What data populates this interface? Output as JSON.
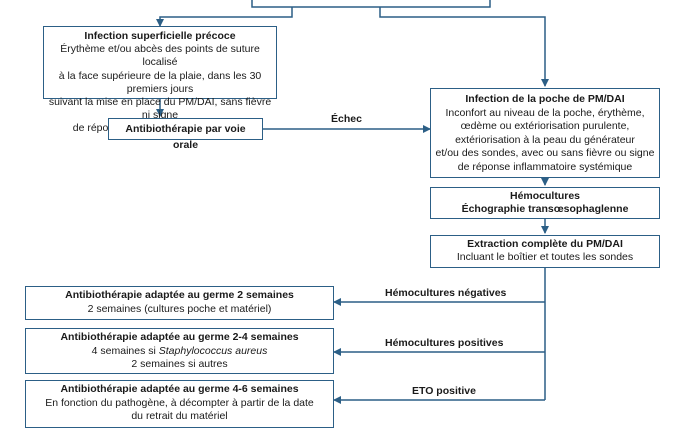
{
  "box_superficial": {
    "title": "Infection superficielle précoce",
    "lines": [
      "Érythème et/ou abcès des points de suture localisé",
      "à la face supérieure de la plaie, dans les 30 premiers jours",
      "suivant la mise en place du PM/DAI, sans fièvre ni signe",
      "de réponse inflammatoire systémique"
    ]
  },
  "box_oral": {
    "title": "Antibiothérapie par voie orale"
  },
  "edge_echec": "Échec",
  "box_poche": {
    "title": "Infection de la poche de PM/DAI",
    "lines": [
      "Inconfort au niveau de la poche, érythème,",
      "œdème ou extériorisation purulente,",
      "extériorisation à la peau du générateur",
      "et/ou des sondes, avec ou sans fièvre ou signe",
      "de réponse inflammatoire systémique"
    ]
  },
  "box_hemo": {
    "lines": [
      "Hémocultures",
      "Échographie transœsophaglenne"
    ]
  },
  "box_extraction": {
    "title": "Extraction complète du PM/DAI",
    "lines": [
      "Incluant le boîtier et toutes les sondes"
    ]
  },
  "box_abx2": {
    "title": "Antibiothérapie adaptée au germe 2 semaines",
    "lines": [
      "2 semaines (cultures poche et matériel)"
    ]
  },
  "edge_neg": "Hémocultures négatives",
  "box_abx24": {
    "title": "Antibiothérapie adaptée au germe 2-4 semaines",
    "line1_prefix": "4 semaines si ",
    "line1_italic": "Staphylococcus aureus",
    "line2": "2 semaines si autres"
  },
  "edge_pos": "Hémocultures positives",
  "box_abx46": {
    "title": "Antibiothérapie adaptée au germe 4-6 semaines",
    "lines": [
      "En fonction du pathogène, à décompter à partir de la date",
      "du retrait du matériel"
    ]
  },
  "edge_eto": "ETO positive",
  "colors": {
    "border": "#2c5f86",
    "arrow": "#2c5f86"
  }
}
